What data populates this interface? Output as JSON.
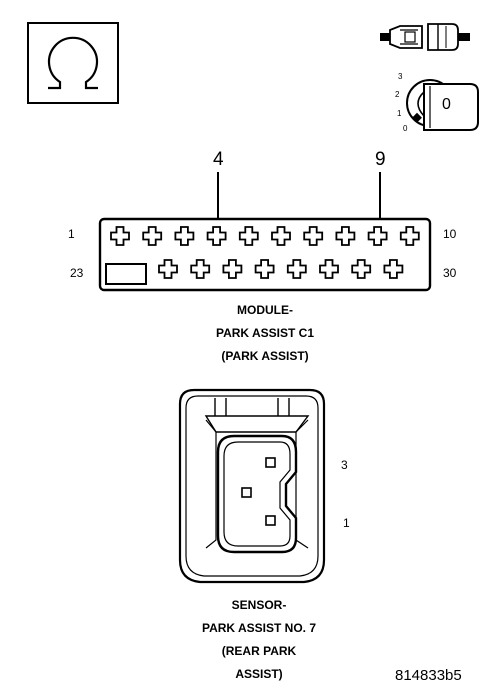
{
  "connector_module": {
    "callouts": [
      "4",
      "9"
    ],
    "pin_row_top_start": "1",
    "pin_row_top_end": "10",
    "pin_row_bottom_start": "23",
    "pin_row_bottom_end": "30",
    "title_line1": "MODULE-",
    "title_line2": "PARK ASSIST C1",
    "title_line3": "(PARK ASSIST)"
  },
  "connector_sensor": {
    "pin_upper": "3",
    "pin_lower": "1",
    "title_line1": "SENSOR-",
    "title_line2": "PARK ASSIST NO. 7",
    "title_line3": "(REAR PARK",
    "title_line4": "ASSIST)"
  },
  "ignition_key": {
    "positions": [
      "3",
      "2",
      "1",
      "0"
    ],
    "key_label": "0"
  },
  "figure_id": "814833b5",
  "icons": [
    "ohm-meter-icon",
    "connector-unplugged-icon",
    "ignition-key-icon"
  ]
}
